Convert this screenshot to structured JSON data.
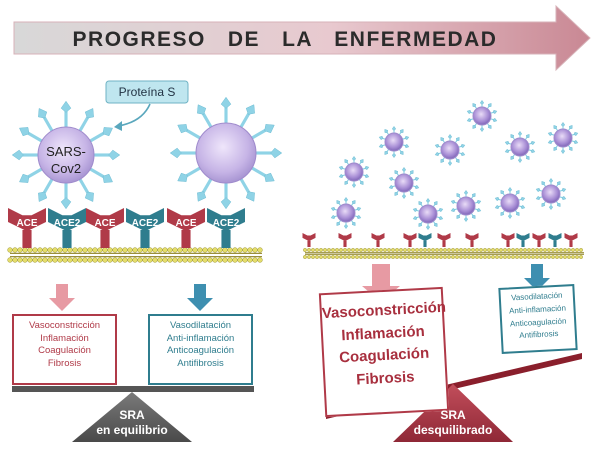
{
  "banner": {
    "title": "PROGRESO   DE   LA   ENFERMEDAD"
  },
  "callout": {
    "protein_label": "Proteína S"
  },
  "virus": {
    "label_line1": "SARS-",
    "label_line2": "Cov2"
  },
  "receptors": [
    "ACE",
    "ACE2",
    "ACE",
    "ACE2",
    "ACE",
    "ACE2"
  ],
  "left_panel": {
    "red_box": [
      "Vasoconstricción",
      "Inflamación",
      "Coagulación",
      "Fibrosis"
    ],
    "blue_box": [
      "Vasodilatación",
      "Anti-inflamación",
      "Anticoagulación",
      "Antifibrosis"
    ],
    "fulcrum": {
      "line1": "SRA",
      "line2": "en equilibrio"
    }
  },
  "right_panel": {
    "red_box": [
      "Vasoconstricción",
      "Inflamación",
      "Coagulación",
      "Fibrosis"
    ],
    "blue_box": [
      "Vasodilatación",
      "Anti-inflamación",
      "Anticoagulación",
      "Antifibrosis"
    ],
    "fulcrum": {
      "line1": "SRA",
      "line2": "desquilibrado"
    }
  },
  "colors": {
    "red": "#b03a48",
    "teal": "#2f7d8e",
    "pink_arrow": "#e79aa3",
    "blue_arrow": "#3e8fb0",
    "virus_purple": "#b9a7df",
    "spike": "#8fd3e6",
    "membrane": "#e3dc6a",
    "fulcrum_gray": "#5e5e5e",
    "fulcrum_red": "#b03a48"
  }
}
